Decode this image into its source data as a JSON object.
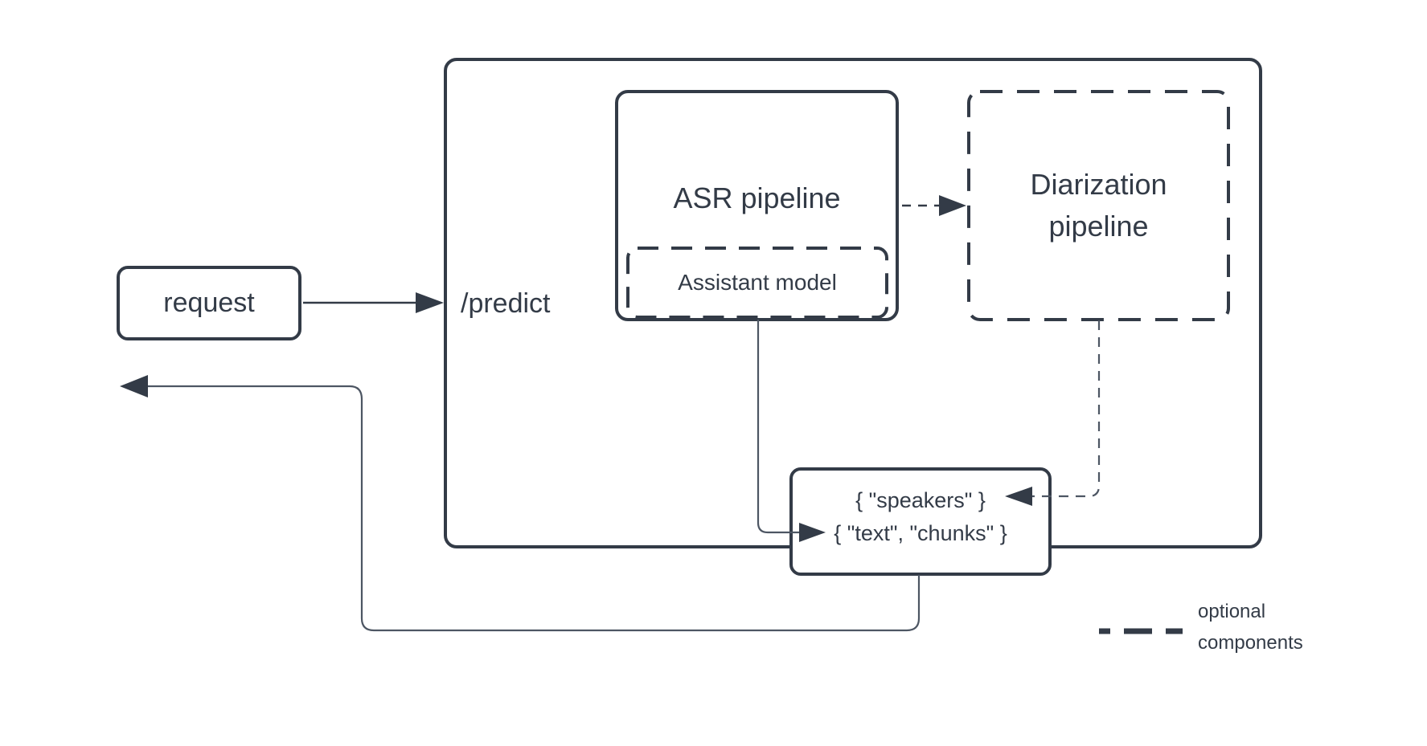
{
  "diagram": {
    "nodes": {
      "request": {
        "label": "request"
      },
      "predict": {
        "label": "/predict"
      },
      "asr": {
        "label": "ASR pipeline"
      },
      "assistant": {
        "label": "Assistant model"
      },
      "diarization": {
        "label": "Diarization pipeline"
      },
      "result": {
        "line1": "{ \"speakers\" }",
        "line2": "{ \"text\", \"chunks\" }"
      }
    },
    "legend": {
      "line1": "optional",
      "line2": "components"
    },
    "colors": {
      "ink": "#333b47",
      "thin_line": "#4d5663",
      "background": "#ffffff"
    }
  }
}
